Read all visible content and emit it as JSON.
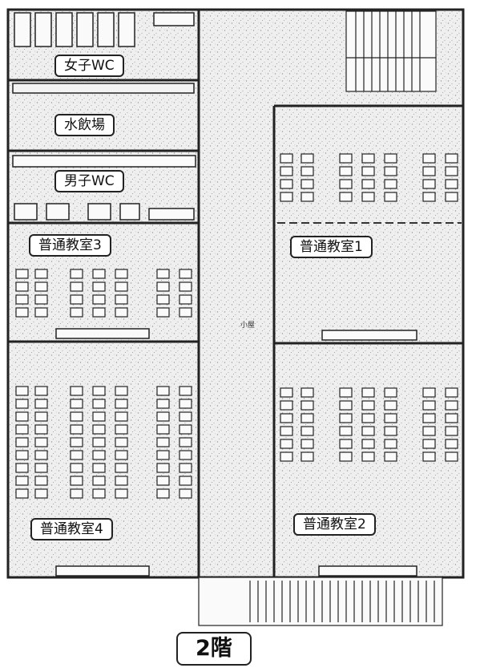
{
  "rooms": {
    "womens_wc": "女子WC",
    "water_fountain": "水飲場",
    "mens_wc": "男子WC",
    "classroom_3": "普通教室3",
    "classroom_1": "普通教室1",
    "classroom_4": "普通教室4",
    "classroom_2": "普通教室2"
  },
  "small_note": "小屋",
  "floor": "2階",
  "colors": {
    "wall": "#222222",
    "floor_speckle": "#bdbdbd",
    "background": "#ffffff"
  }
}
